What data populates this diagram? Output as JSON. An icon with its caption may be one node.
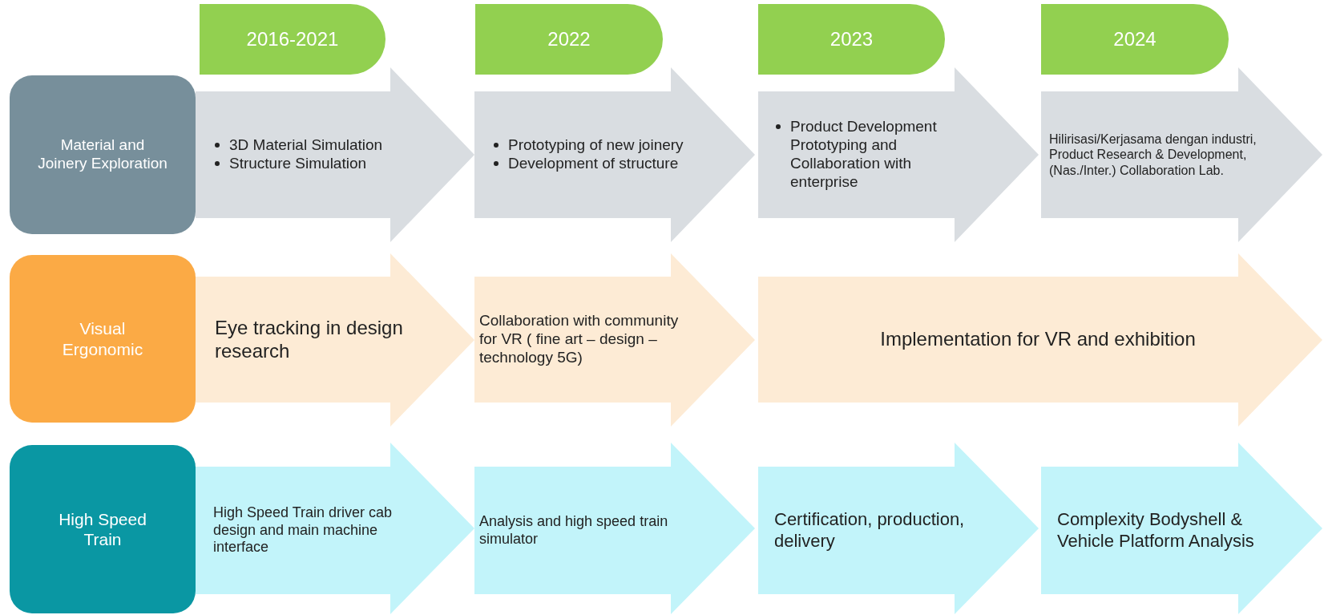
{
  "diagram": {
    "nodes": [
      {
        "text": [
          "2016-2021"
        ]
      },
      {
        "text": [
          "2022"
        ]
      },
      {
        "text": [
          "2023"
        ]
      },
      {
        "text": [
          "2024"
        ]
      },
      {
        "text": [
          "Material and Joinery Exploration"
        ]
      },
      {
        "text": [
          "3D Material Simulation",
          "Structure Simulation"
        ]
      },
      {
        "text": [
          "Prototyping of new joinery",
          "Development of structure"
        ]
      },
      {
        "text": [
          "Product Development Prototyping and Collaboration with enterprise"
        ]
      },
      {
        "text": [
          "Hilirisasi/Kerjasama dengan industri, Product Research & Development, (Nas./Inter.) Collaboration Lab."
        ]
      },
      {
        "text": [
          "Visual Ergonomic"
        ]
      },
      {
        "text": [
          "Eye tracking in design research"
        ]
      },
      {
        "text": [
          "Collaboration with community for VR ( fine art – design – technology 5G)"
        ]
      },
      {
        "text": [
          "Implementation for VR and exhibition"
        ]
      },
      {
        "text": [
          "High Speed Train"
        ]
      },
      {
        "text": [
          "High Speed Train driver cab design and main machine interface"
        ]
      },
      {
        "text": [
          "Analysis and high speed train simulator"
        ]
      },
      {
        "text": [
          "Certification, production, delivery"
        ]
      },
      {
        "text": [
          "Complexity Bodyshell & Vehicle Platform Analysis"
        ]
      }
    ],
    "edges": []
  }
}
